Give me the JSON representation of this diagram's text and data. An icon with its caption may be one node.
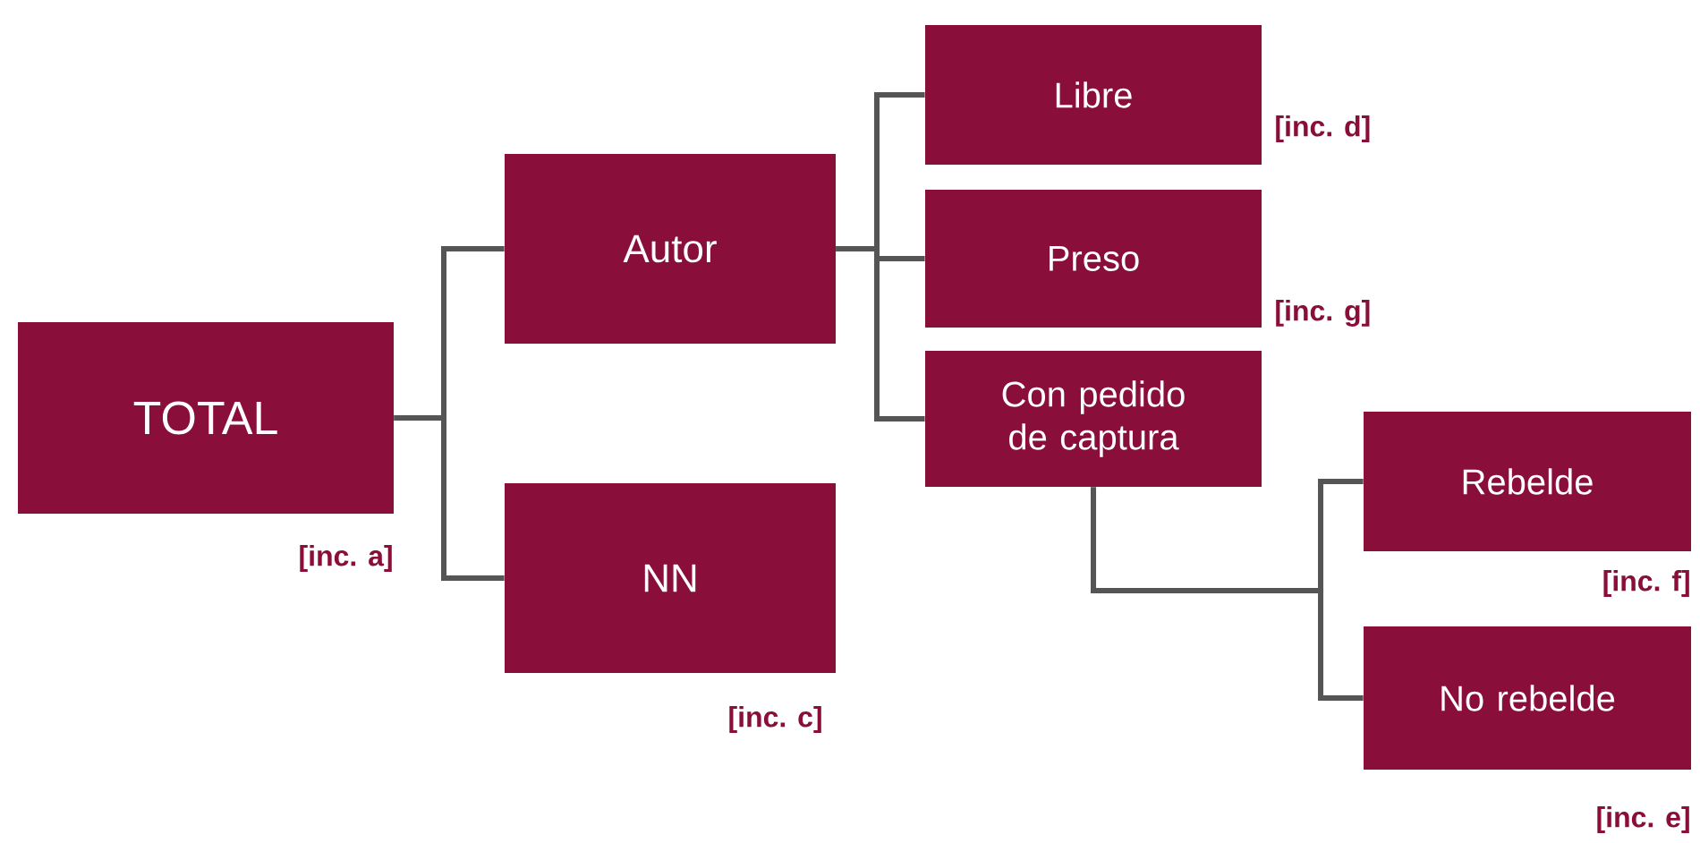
{
  "diagram": {
    "nodes": [
      {
        "text": [
          "TOTAL"
        ],
        "beside": [
          "[inc. a]"
        ]
      },
      {
        "text": [
          "Autor"
        ]
      },
      {
        "text": [
          "NN"
        ],
        "beside": [
          "[inc. c]"
        ]
      },
      {
        "text": [
          "Libre"
        ],
        "beside": [
          "[inc. d]"
        ]
      },
      {
        "text": [
          "Preso"
        ],
        "beside": [
          "[inc. g]"
        ]
      },
      {
        "text": [
          "Con pedido de captura"
        ]
      },
      {
        "text": [
          "Rebelde"
        ],
        "beside": [
          "[inc. f]"
        ]
      },
      {
        "text": [
          "No rebelde"
        ],
        "beside": [
          "[inc. e]"
        ]
      }
    ],
    "edges": [
      {
        "from": 0,
        "to": 1,
        "arrow": "none"
      },
      {
        "from": 0,
        "to": 2,
        "arrow": "none"
      },
      {
        "from": 1,
        "to": 3,
        "arrow": "none"
      },
      {
        "from": 1,
        "to": 4,
        "arrow": "none"
      },
      {
        "from": 1,
        "to": 5,
        "arrow": "none"
      },
      {
        "from": 5,
        "to": 6,
        "arrow": "none"
      },
      {
        "from": 5,
        "to": 7,
        "arrow": "none"
      }
    ]
  }
}
